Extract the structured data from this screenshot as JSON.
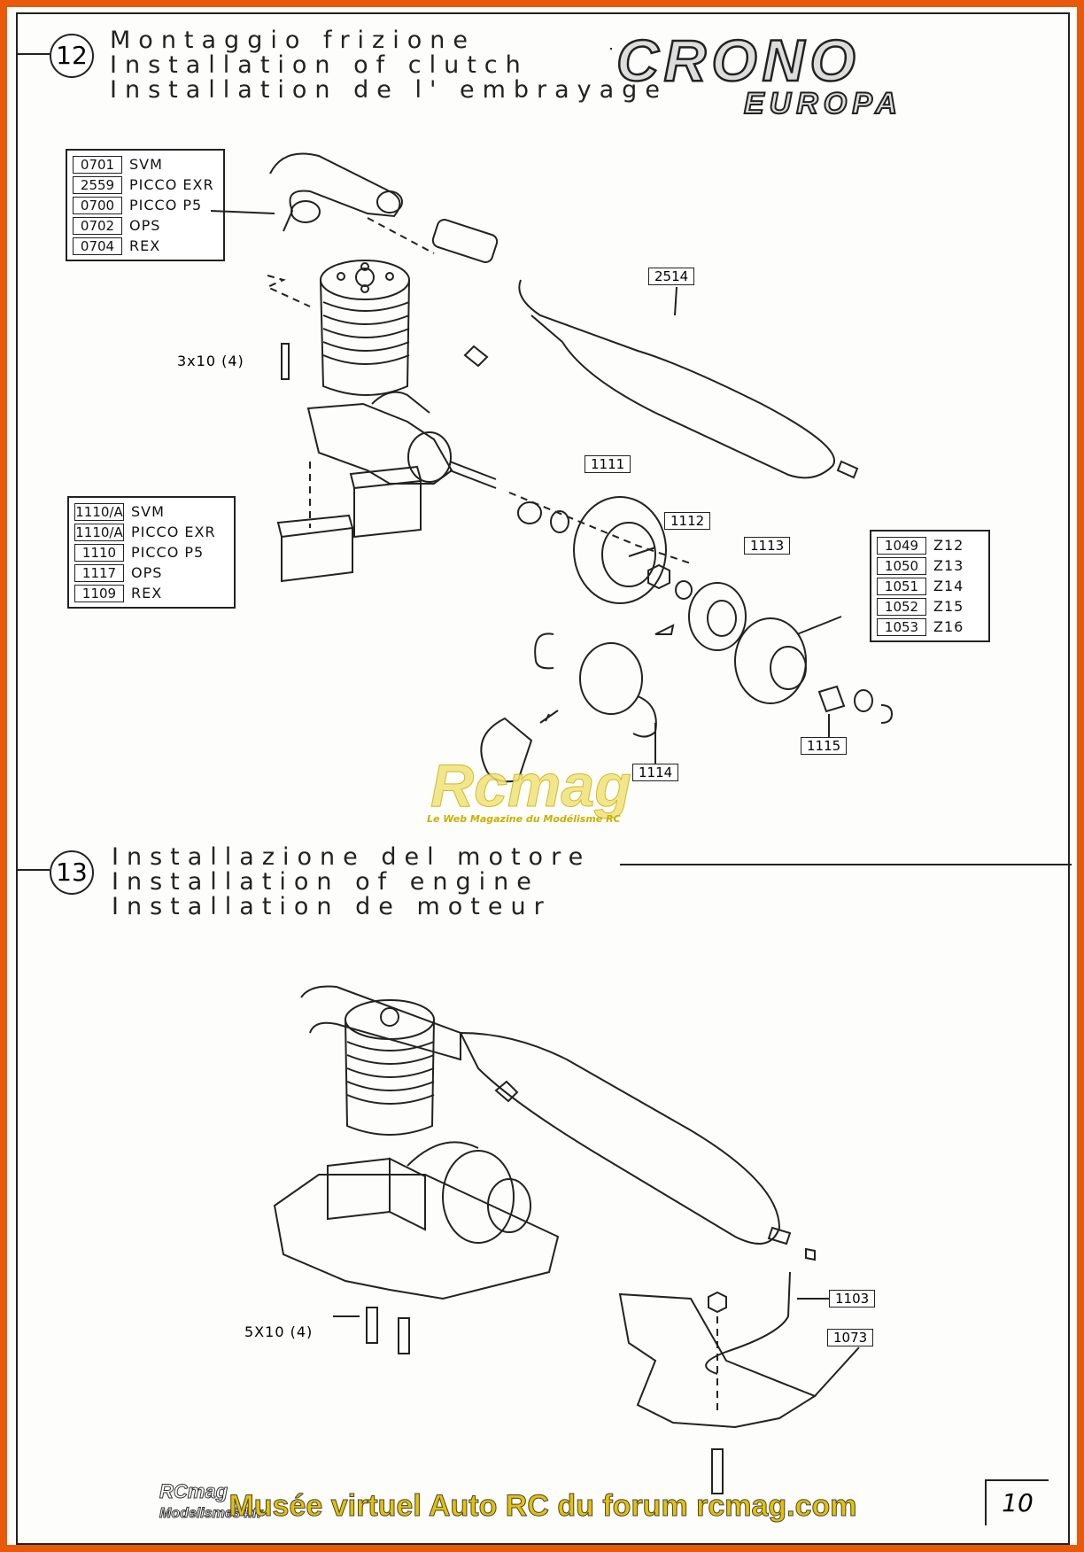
{
  "step12": {
    "number": "12",
    "title_it": "Montaggio frizione",
    "title_en": "Installation of clutch",
    "title_fr": "Installation de l' embrayage"
  },
  "brand": {
    "name": "CRONO",
    "sub": "EUROPA"
  },
  "engine_list": [
    {
      "code": "0701",
      "name": "SVM"
    },
    {
      "code": "2559",
      "name": "PICCO EXR"
    },
    {
      "code": "0700",
      "name": "PICCO P5"
    },
    {
      "code": "0702",
      "name": "OPS"
    },
    {
      "code": "0704",
      "name": "REX"
    }
  ],
  "mount_list": [
    {
      "code": "1110/A",
      "name": "SVM"
    },
    {
      "code": "1110/A",
      "name": "PICCO EXR"
    },
    {
      "code": "1110",
      "name": "PICCO P5"
    },
    {
      "code": "1117",
      "name": "OPS"
    },
    {
      "code": "1109",
      "name": "REX"
    }
  ],
  "pinion_list": [
    {
      "code": "1049",
      "name": "Z12"
    },
    {
      "code": "1050",
      "name": "Z13"
    },
    {
      "code": "1051",
      "name": "Z14"
    },
    {
      "code": "1052",
      "name": "Z15"
    },
    {
      "code": "1053",
      "name": "Z16"
    }
  ],
  "parts12": {
    "p2514": "2514",
    "p1111": "1111",
    "p1112": "1112",
    "p1113": "1113",
    "p1114": "1114",
    "p1115": "1115"
  },
  "screw12": "3x10 (4)",
  "watermark": {
    "main": "Rcmag",
    "sub": "Le Web Magazine du Modélisme RC"
  },
  "step13": {
    "number": "13",
    "title_it": "Installazione del motore",
    "title_en": "Installation of engine",
    "title_fr": "Installation de moteur"
  },
  "parts13": {
    "p1103": "1103",
    "p1073": "1073"
  },
  "screw13": "5X10 (4)",
  "page_number": "10",
  "footer": {
    "left_top": "RCmag",
    "left_bottom": "Modelisme34.fr",
    "text": "Musée virtuel Auto RC du forum rcmag.com"
  },
  "colors": {
    "frame": "#e8590c",
    "footer_text": "#e6c200",
    "ink": "#222222"
  }
}
